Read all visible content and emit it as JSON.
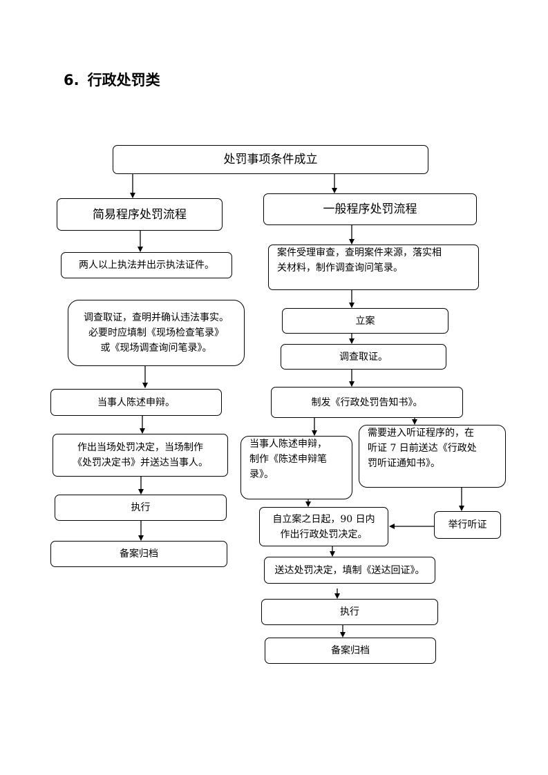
{
  "heading": {
    "number": "6.",
    "title": "行政处罚类"
  },
  "flowchart": {
    "top": "处罚事项条件成立",
    "simple": {
      "title": "简易程序处罚流程",
      "step1": "两人以上执法并出示执法证件。",
      "step2": [
        "调查取证，查明并确认违法事实。",
        "必要时应填制《现场检查笔录》",
        "或《现场调查询问笔录》。"
      ],
      "step3": "当事人陈述申辩。",
      "step4": [
        "作出当场处罚决定，当场制作",
        "《处罚决定书》并送达当事人。"
      ],
      "step5": "执行",
      "step6": "备案归档"
    },
    "general": {
      "title": "一般程序处罚流程",
      "step1": [
        "案件受理审查，查明案件来源，落实相",
        "关材料，制作调查询问笔录。"
      ],
      "step2": "立案",
      "step3": "调查取证。",
      "step4": "制发《行政处罚告知书》。",
      "statement": [
        "当事人陈述申辩，",
        "制作《陈述申辩笔",
        "录》。"
      ],
      "hearing_notice": [
        "需要进入听证程序的，在",
        "听证 7 日前送达《行政处",
        "罚听证通知书》。"
      ],
      "hearing": "举行听证",
      "decision": [
        "自立案之日起，90 日内",
        "作出行政处罚决定。"
      ],
      "delivery": "送达处罚决定，填制《送达回证》。",
      "execute": "执行",
      "archive": "备案归档"
    }
  }
}
